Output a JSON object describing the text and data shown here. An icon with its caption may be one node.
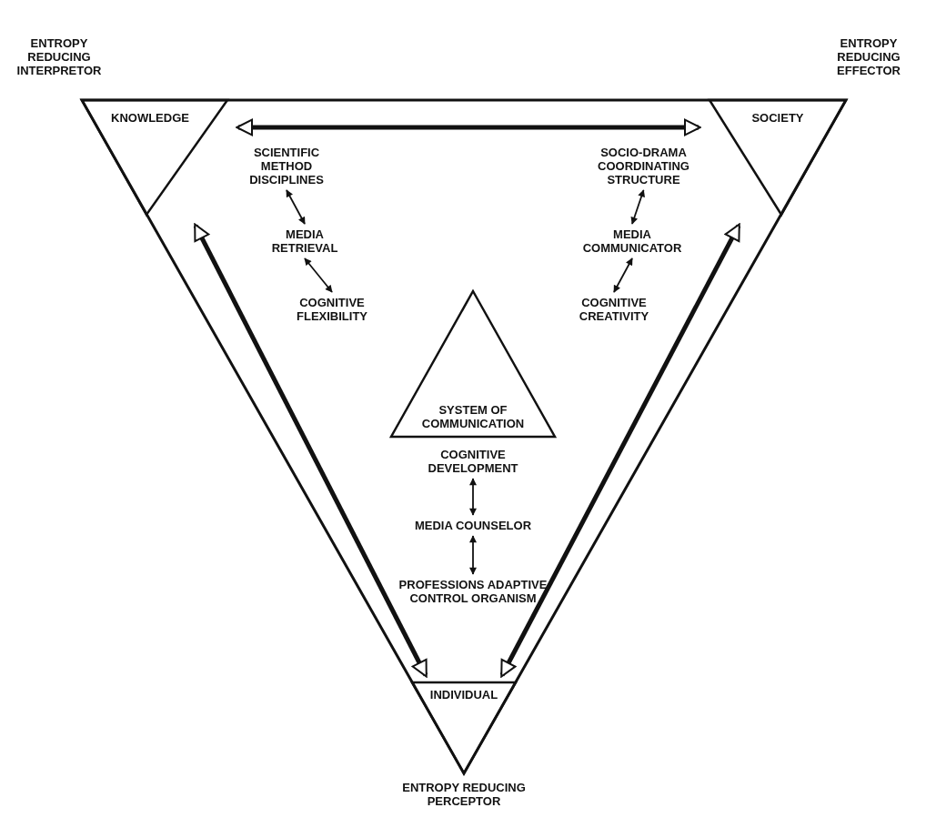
{
  "diagram": {
    "nodes": [
      {
        "text": [],
        "shape": "triangle"
      },
      {
        "text": [
          "KNOWLEDGE"
        ],
        "in": 0,
        "beside": [
          "ENTROPY REDUCING INTERPRETOR"
        ]
      },
      {
        "text": [
          "SOCIETY"
        ],
        "in": 0,
        "beside": [
          "ENTROPY REDUCING EFFECTOR"
        ]
      },
      {
        "text": [
          "SCIENTIFIC METHOD DISCIPLINES"
        ],
        "in": 0
      },
      {
        "text": [
          "MEDIA RETRIEVAL"
        ],
        "in": 0
      },
      {
        "text": [
          "COGNITIVE FLEXIBILITY"
        ],
        "in": 0
      },
      {
        "text": [
          "SOCIO-DRAMA COORDINATING STRUCTURE"
        ],
        "in": 0
      },
      {
        "text": [
          "MEDIA COMMUNICATOR"
        ],
        "in": 0
      },
      {
        "text": [
          "COGNITIVE CREATIVITY"
        ],
        "in": 0
      },
      {
        "text": [
          "SYSTEM OF COMMUNICATION"
        ],
        "in": 0
      },
      {
        "text": [
          "COGNITIVE DEVELOPMENT"
        ],
        "in": 0
      },
      {
        "text": [
          "MEDIA COUNSELOR"
        ],
        "in": 0
      },
      {
        "text": [
          "PROFESSIONS ADAPTIVE CONTROL ORGANISM"
        ],
        "in": 0
      },
      {
        "text": [
          "INDIVIDUAL"
        ],
        "in": 0,
        "beside": [
          "ENTROPY REDUCING PERCEPTOR"
        ]
      }
    ],
    "edges": [
      {
        "from": 1,
        "to": 2,
        "arrow": "both",
        "style": "thick"
      },
      {
        "from": 1,
        "to": 13,
        "arrow": "both",
        "style": "thick"
      },
      {
        "from": 2,
        "to": 13,
        "arrow": "both",
        "style": "thick"
      },
      {
        "from": 3,
        "to": 4,
        "arrow": "both"
      },
      {
        "from": 4,
        "to": 5,
        "arrow": "both"
      },
      {
        "from": 6,
        "to": 7,
        "arrow": "both"
      },
      {
        "from": 7,
        "to": 8,
        "arrow": "both"
      },
      {
        "from": 10,
        "to": 11,
        "arrow": "both"
      },
      {
        "from": 11,
        "to": 12,
        "arrow": "both"
      }
    ]
  }
}
